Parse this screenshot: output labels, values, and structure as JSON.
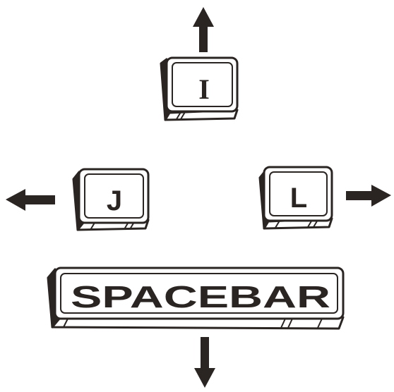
{
  "keys": {
    "up": {
      "label": "I"
    },
    "left": {
      "label": "J"
    },
    "right": {
      "label": "L"
    },
    "down": {
      "label": "SPACEBAR"
    }
  },
  "colors": {
    "ink": "#2a2422",
    "key_face": "#ffffff",
    "background": "#ffffff"
  },
  "icons": {
    "up": "arrow-up-icon",
    "left": "arrow-left-icon",
    "right": "arrow-right-icon",
    "down": "arrow-down-icon"
  }
}
